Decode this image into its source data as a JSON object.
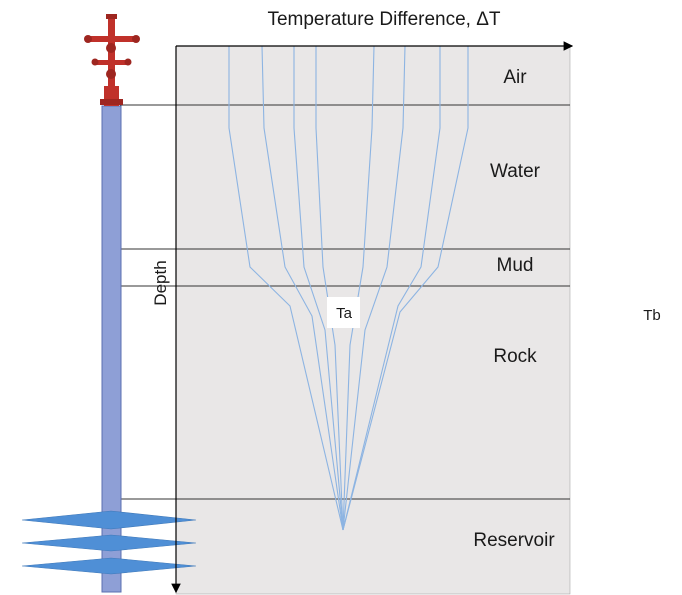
{
  "title": "Temperature Difference, ΔT",
  "depth_label": "Depth",
  "layers": [
    {
      "name": "Air"
    },
    {
      "name": "Water"
    },
    {
      "name": "Mud"
    },
    {
      "name": "Rock"
    },
    {
      "name": "Reservoir"
    }
  ],
  "markers": {
    "ta": "Ta",
    "tb": "Tb"
  },
  "colors": {
    "panel_fill": "#e9e7e7",
    "boundary_line": "#333333",
    "profile_line": "#8db4e2",
    "casing_fill": "#8e9fd6",
    "casing_stroke": "#5b6fb0",
    "fracture_fill": "#4f8fd6",
    "wellhead": "#c0312a",
    "axis": "#000000"
  },
  "icons": {
    "wellhead": "wellhead-christmas-tree-icon"
  }
}
